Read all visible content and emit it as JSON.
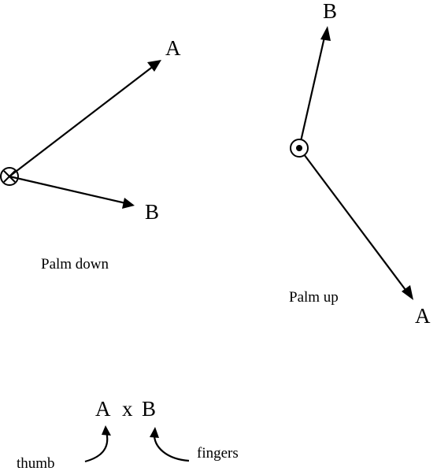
{
  "palm_down": {
    "caption": "Palm down",
    "vector_a_label": "A",
    "vector_b_label": "B",
    "origin_symbol": "into-page (circle with cross)"
  },
  "palm_up": {
    "caption": "Palm up",
    "vector_a_label": "A",
    "vector_b_label": "B",
    "origin_symbol": "out-of-page (circle with dot)"
  },
  "cross_product": {
    "formula_a": "A",
    "formula_op": "x",
    "formula_b": "B",
    "thumb_label": "thumb",
    "fingers_label": "fingers"
  }
}
